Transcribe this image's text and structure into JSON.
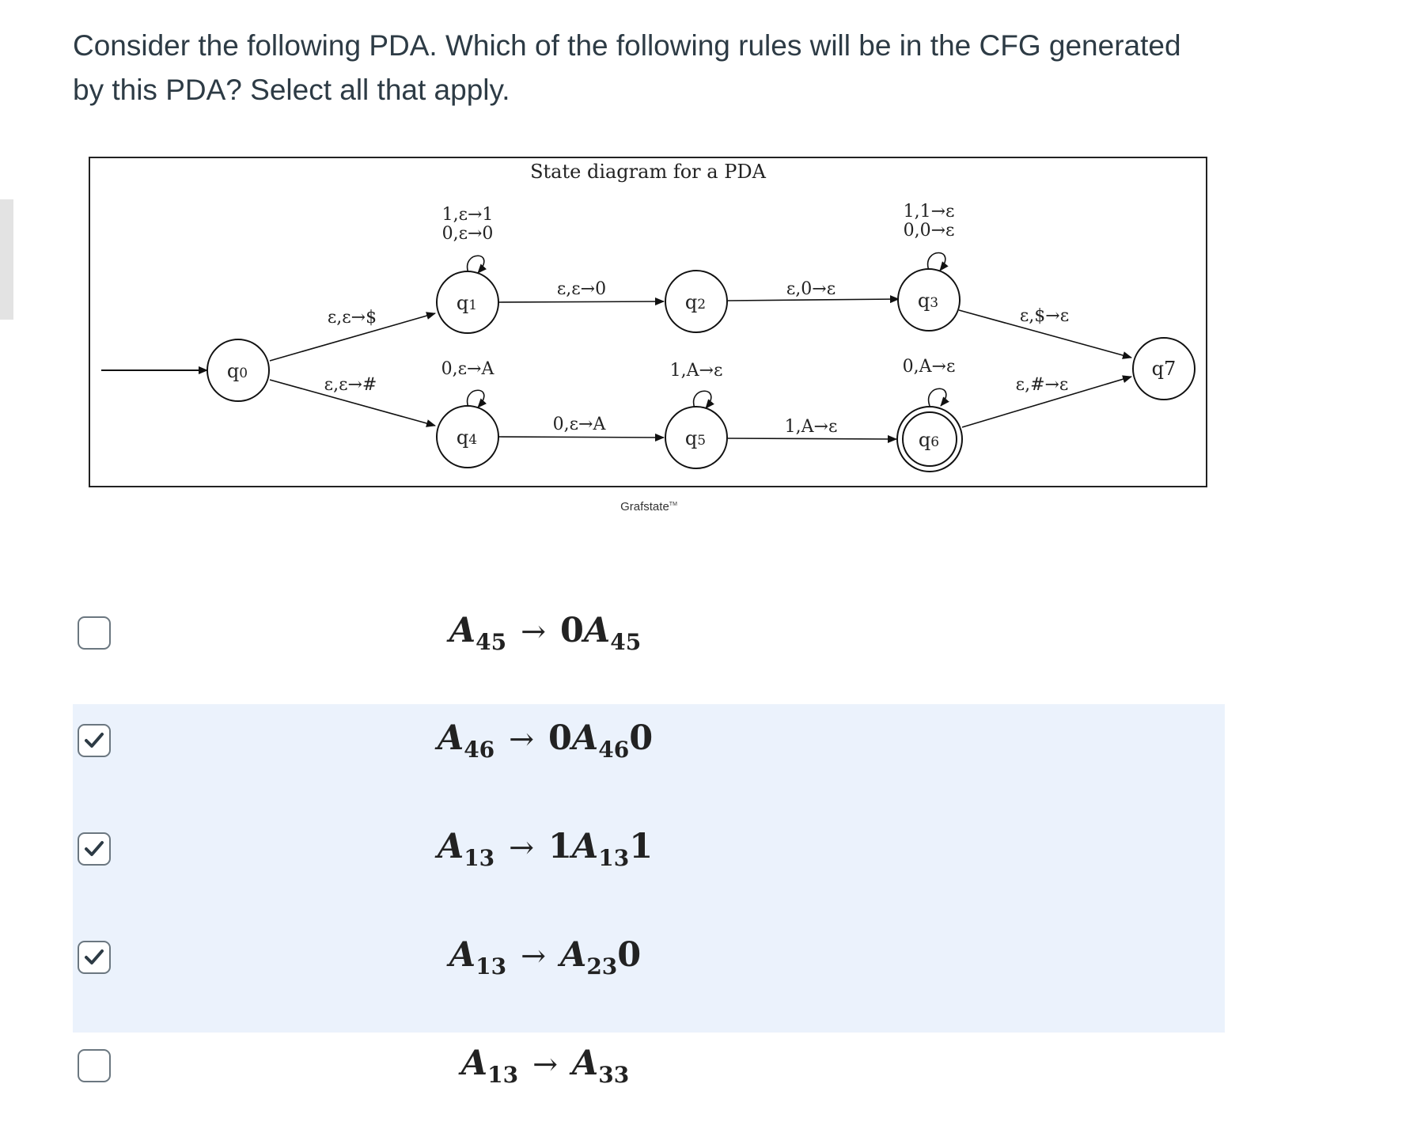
{
  "question": "Consider the following PDA. Which of the following rules will be in the CFG generated by this PDA? Select all that apply.",
  "diagram": {
    "title": "State diagram for a PDA",
    "credit": "Grafstate",
    "credit_mark": "TM",
    "states": {
      "q0": {
        "name": "q",
        "sub": "0"
      },
      "q1": {
        "name": "q",
        "sub": "1"
      },
      "q2": {
        "name": "q",
        "sub": "2"
      },
      "q3": {
        "name": "q",
        "sub": "3"
      },
      "q4": {
        "name": "q",
        "sub": "4"
      },
      "q5": {
        "name": "q",
        "sub": "5"
      },
      "q6": {
        "name": "q",
        "sub": "6"
      },
      "q7": {
        "name": "q7"
      }
    },
    "transitions": {
      "q0_q1": "ε,ε→$",
      "q0_q4": "ε,ε→#",
      "q1_loop_1": "1,ε→1",
      "q1_loop_2": "0,ε→0",
      "q1_q2": "ε,ε→0",
      "q2_q3": "ε,0→ε",
      "q3_loop_1": "1,1→ε",
      "q3_loop_2": "0,0→ε",
      "q3_q7": "ε,$→ε",
      "q4_loop": "0,ε→A",
      "q4_q5": "0,ε→A",
      "q5_loop": "1,A→ε",
      "q5_q6": "1,A→ε",
      "q6_loop": "0,A→ε",
      "q6_q7": "ε,#→ε"
    }
  },
  "options": [
    {
      "checked": false,
      "lhs": {
        "v": "A",
        "s": "45"
      },
      "arrow": "→",
      "rhs": [
        {
          "t": "d",
          "v": "0"
        },
        {
          "t": "v",
          "v": "A"
        },
        {
          "t": "s",
          "v": "45"
        }
      ]
    },
    {
      "checked": true,
      "lhs": {
        "v": "A",
        "s": "46"
      },
      "arrow": "→",
      "rhs": [
        {
          "t": "d",
          "v": "0"
        },
        {
          "t": "v",
          "v": "A"
        },
        {
          "t": "s",
          "v": "46"
        },
        {
          "t": "d",
          "v": "0"
        }
      ]
    },
    {
      "checked": true,
      "lhs": {
        "v": "A",
        "s": "13"
      },
      "arrow": "→",
      "rhs": [
        {
          "t": "d",
          "v": "1"
        },
        {
          "t": "v",
          "v": "A"
        },
        {
          "t": "s",
          "v": "13"
        },
        {
          "t": "d",
          "v": "1"
        }
      ]
    },
    {
      "checked": true,
      "lhs": {
        "v": "A",
        "s": "13"
      },
      "arrow": "→",
      "rhs": [
        {
          "t": "v",
          "v": "A"
        },
        {
          "t": "s",
          "v": "23"
        },
        {
          "t": "d",
          "v": "0"
        }
      ]
    },
    {
      "checked": false,
      "lhs": {
        "v": "A",
        "s": "13"
      },
      "arrow": "→",
      "rhs": [
        {
          "t": "v",
          "v": "A"
        },
        {
          "t": "s",
          "v": "33"
        }
      ]
    }
  ]
}
